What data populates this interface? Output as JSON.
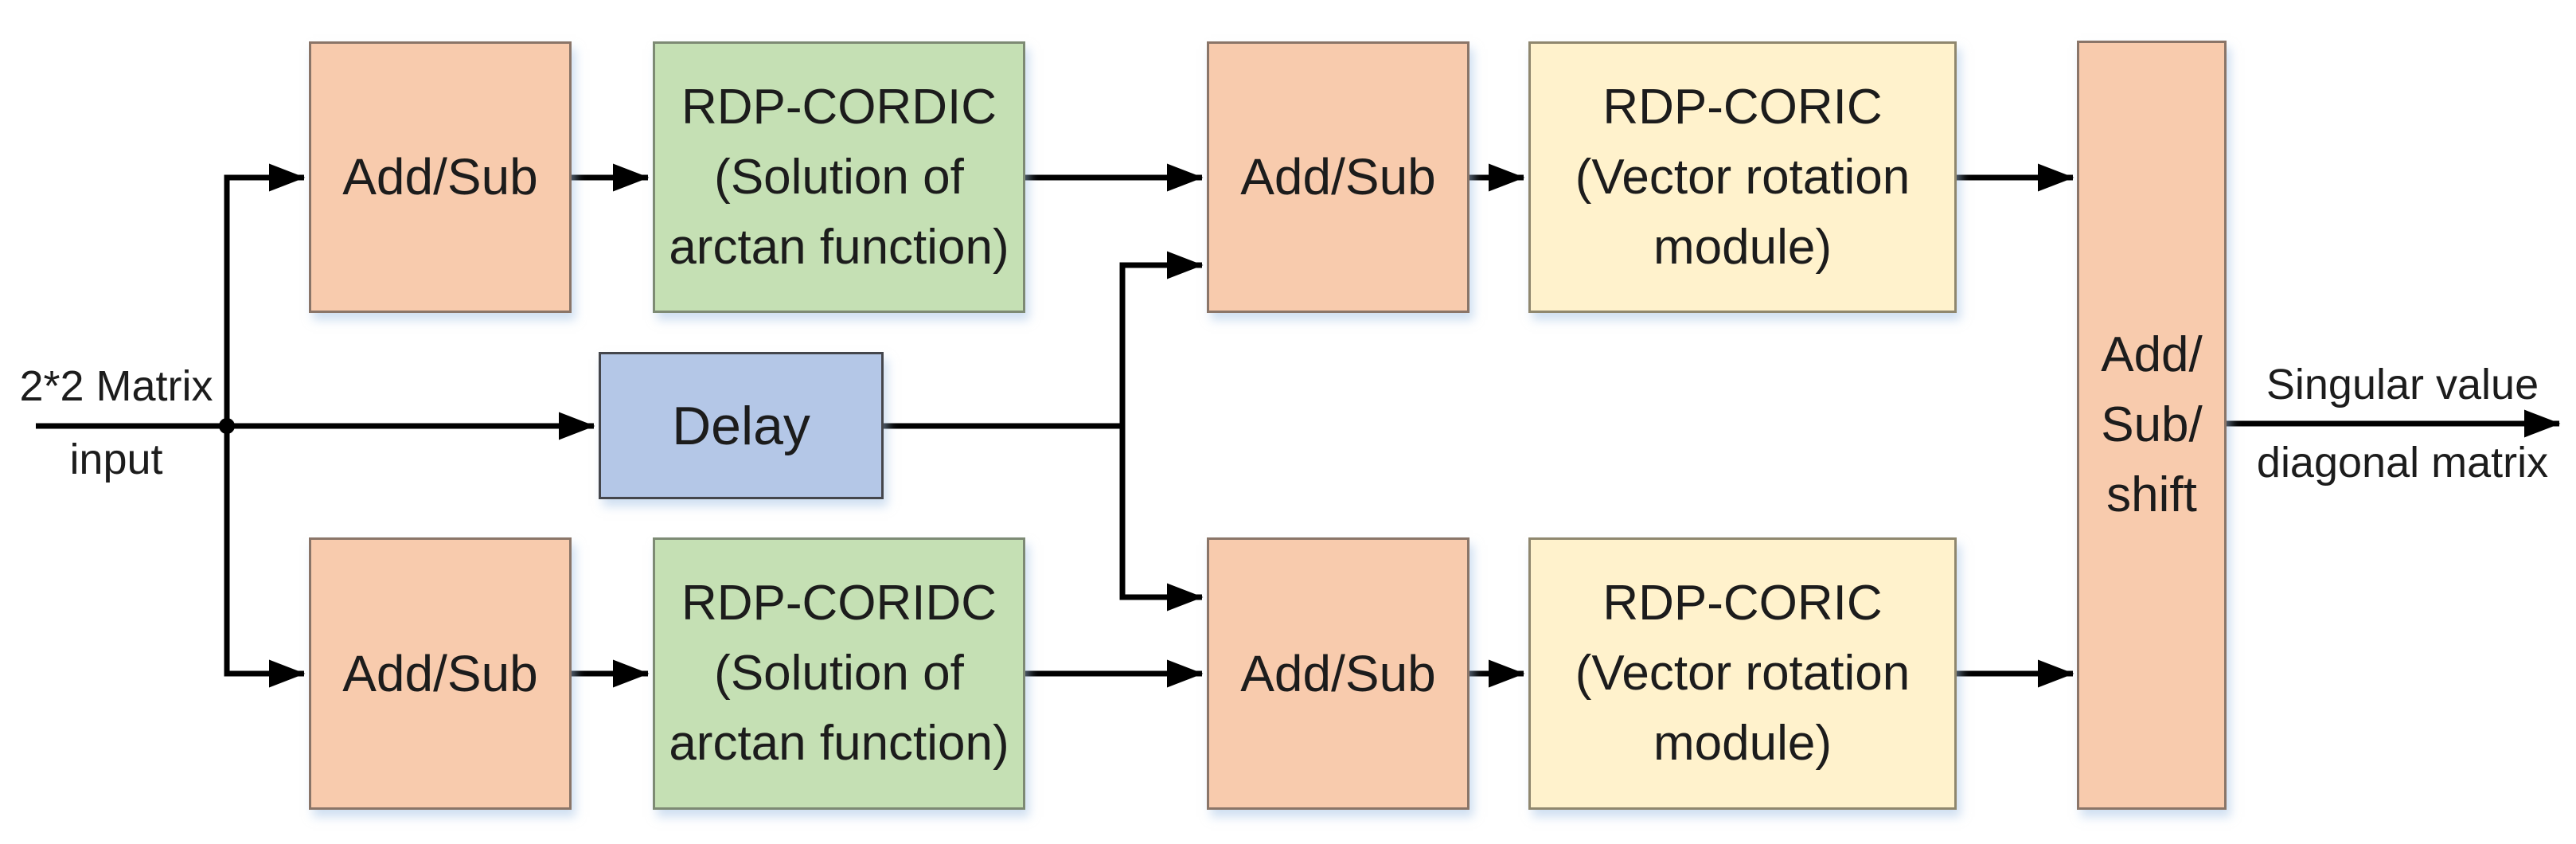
{
  "diagram": {
    "input_label": {
      "line1": "2*2 Matrix",
      "line2": "input"
    },
    "output_label": {
      "line1": "Singular value",
      "line2": "diagonal matrix"
    },
    "blocks": [
      {
        "id": "addsub-top-1",
        "label": "Add/Sub"
      },
      {
        "id": "rdp-cordic-top",
        "lines": [
          "RDP-CORDIC",
          "(Solution of",
          "arctan function)"
        ]
      },
      {
        "id": "addsub-top-2",
        "label": "Add/Sub"
      },
      {
        "id": "rdp-coric-top",
        "lines": [
          "RDP-CORIC",
          "(Vector rotation",
          "module)"
        ]
      },
      {
        "id": "delay",
        "label": "Delay"
      },
      {
        "id": "addsub-bottom-1",
        "label": "Add/Sub"
      },
      {
        "id": "rdp-coridc-bottom",
        "lines": [
          "RDP-CORIDC",
          "(Solution of",
          "arctan function)"
        ]
      },
      {
        "id": "addsub-bottom-2",
        "label": "Add/Sub"
      },
      {
        "id": "rdp-coric-bottom",
        "lines": [
          "RDP-CORIC",
          "(Vector rotation",
          "module)"
        ]
      },
      {
        "id": "addsub-shift",
        "lines": [
          "Add/",
          "Sub/",
          "shift"
        ]
      }
    ],
    "colors": {
      "orange": "#F8CBAD",
      "green": "#C5E0B4",
      "yellow": "#FFF2CC",
      "blue": "#B4C7E7",
      "line": "#000000"
    },
    "connections": [
      "matrix-input -> junction",
      "junction -> addsub-top-1",
      "junction -> addsub-bottom-1",
      "junction -> delay",
      "addsub-top-1 -> rdp-cordic-top",
      "rdp-cordic-top -> addsub-top-2",
      "delay -> addsub-top-2",
      "delay -> addsub-bottom-2",
      "addsub-bottom-1 -> rdp-coridc-bottom",
      "rdp-coridc-bottom -> addsub-bottom-2",
      "addsub-top-2 -> rdp-coric-top",
      "rdp-coric-top -> addsub-shift",
      "addsub-bottom-2 -> rdp-coric-bottom-module",
      "rdp-coric-bottom -> addsub-shift",
      "addsub-shift -> singular-value-output"
    ]
  }
}
